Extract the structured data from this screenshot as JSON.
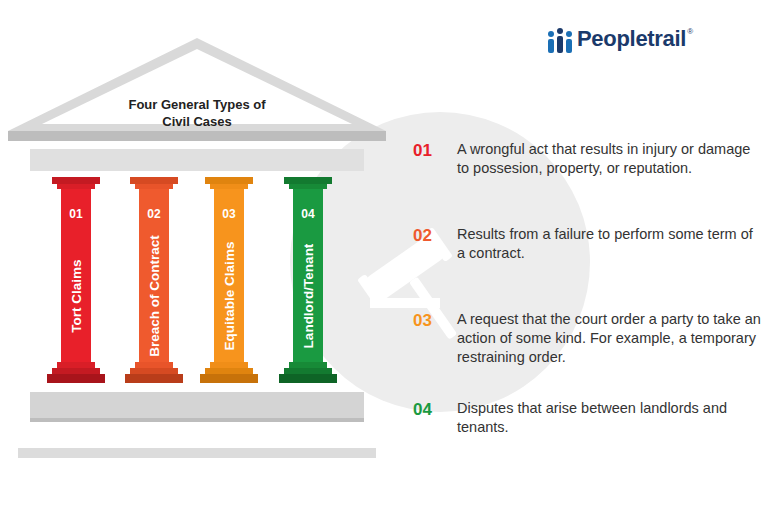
{
  "diagram": {
    "title": "Four General Types of Civil Cases",
    "nodes": [
      {
        "text": [
          "01",
          "Tort Claims"
        ]
      },
      {
        "text": [
          "02",
          "Breach of Contract"
        ]
      },
      {
        "text": [
          "03",
          "Equitable Claims"
        ]
      },
      {
        "text": [
          "04",
          "Landlord/Tenant"
        ]
      }
    ],
    "labels": [
      "Peopletrail",
      "®",
      "01",
      "A wrongful act that results in injury or damage to possesion, property, or reputation.",
      "02",
      "Results from a failure to perform some term of a contract.",
      "03",
      "A request that the court order a party to take an action of some kind. For example, a temporary restraining order.",
      "04",
      "Disputes that arise between landlords and tenants."
    ]
  }
}
